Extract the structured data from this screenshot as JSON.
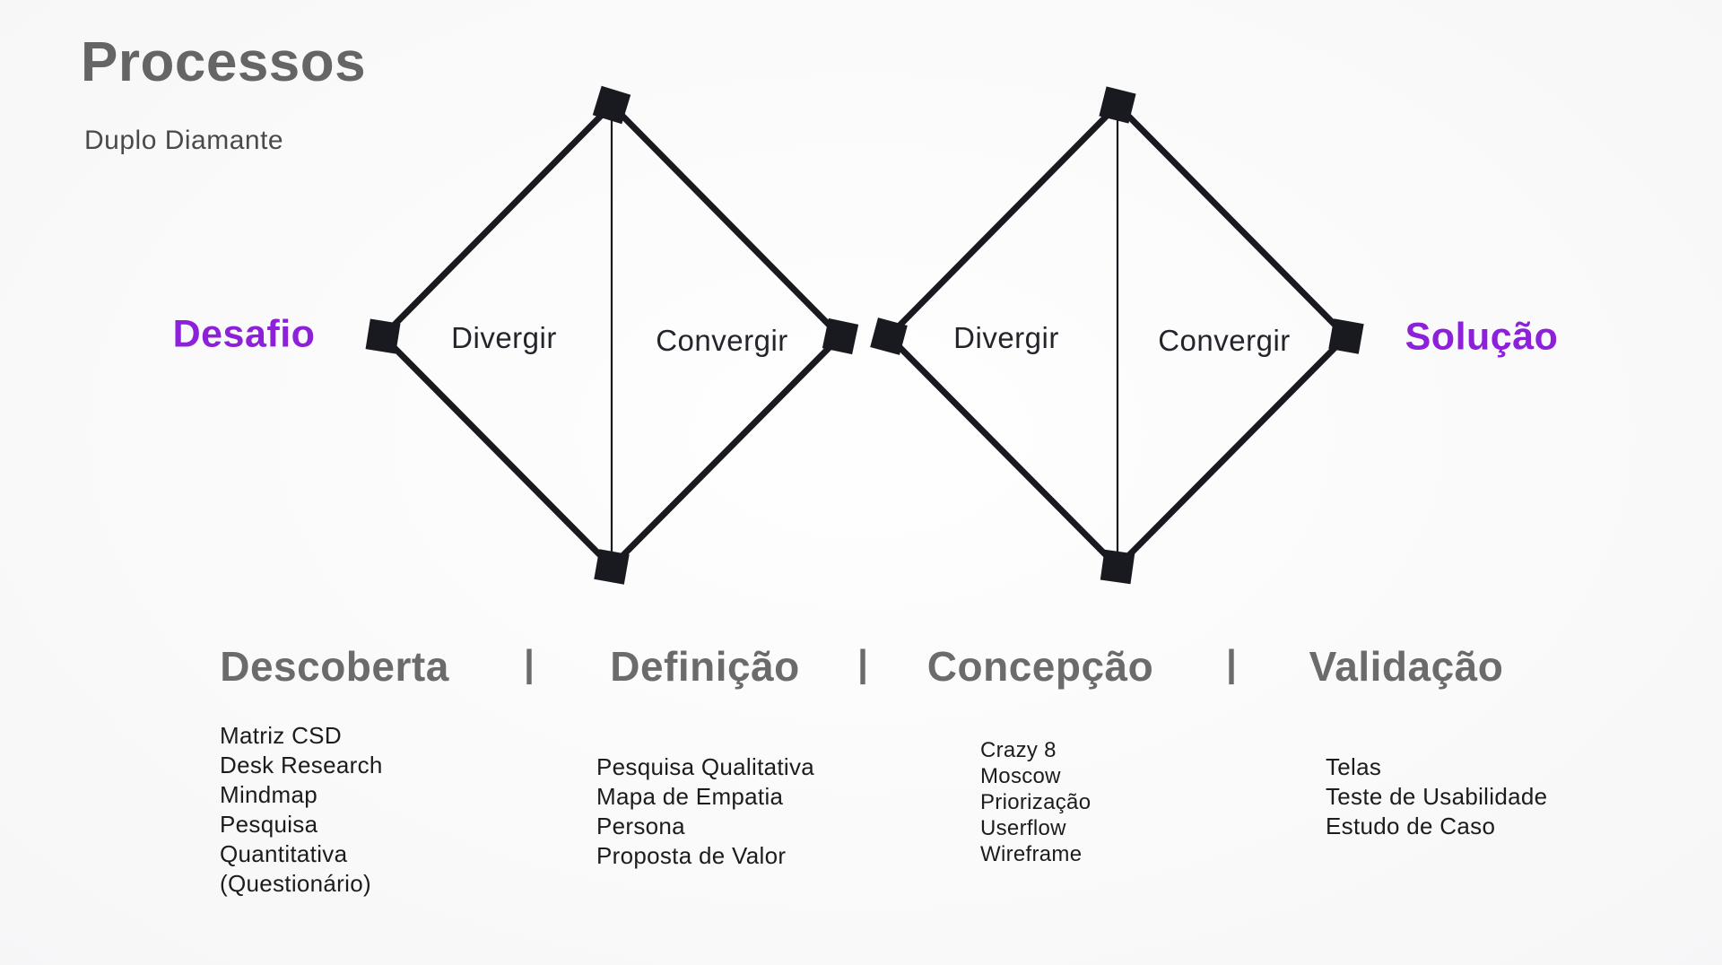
{
  "page": {
    "title": "Processos",
    "subtitle": "Duplo Diamante"
  },
  "colors": {
    "background": "#fafafa",
    "accent_purple": "#8d20d9",
    "ink": "#191920",
    "title_gray": "#656565",
    "subtitle_gray": "#4a4a4a",
    "phase_gray": "#6b6b6b",
    "list_ink": "#1c1c1c"
  },
  "diagram": {
    "challenge_label": "Desafio",
    "solution_label": "Solução",
    "diamond1": {
      "diverge": "Divergir",
      "converge": "Convergir"
    },
    "diamond2": {
      "diverge": "Divergir",
      "converge": "Convergir"
    }
  },
  "phase_separator": "|",
  "phases": [
    {
      "name": "Descoberta",
      "items": [
        "Matriz CSD",
        "Desk Research",
        "Mindmap",
        "Pesquisa",
        "Quantitativa",
        "(Questionário)"
      ]
    },
    {
      "name": "Definição",
      "items": [
        "Pesquisa Qualitativa",
        "Mapa de Empatia",
        "Persona",
        "Proposta de Valor"
      ]
    },
    {
      "name": "Concepção",
      "items": [
        "Crazy 8",
        "Moscow",
        "Priorização",
        "Userflow",
        "Wireframe"
      ]
    },
    {
      "name": "Validação",
      "items": [
        "Telas",
        "Teste de Usabilidade",
        "Estudo de Caso"
      ]
    }
  ]
}
